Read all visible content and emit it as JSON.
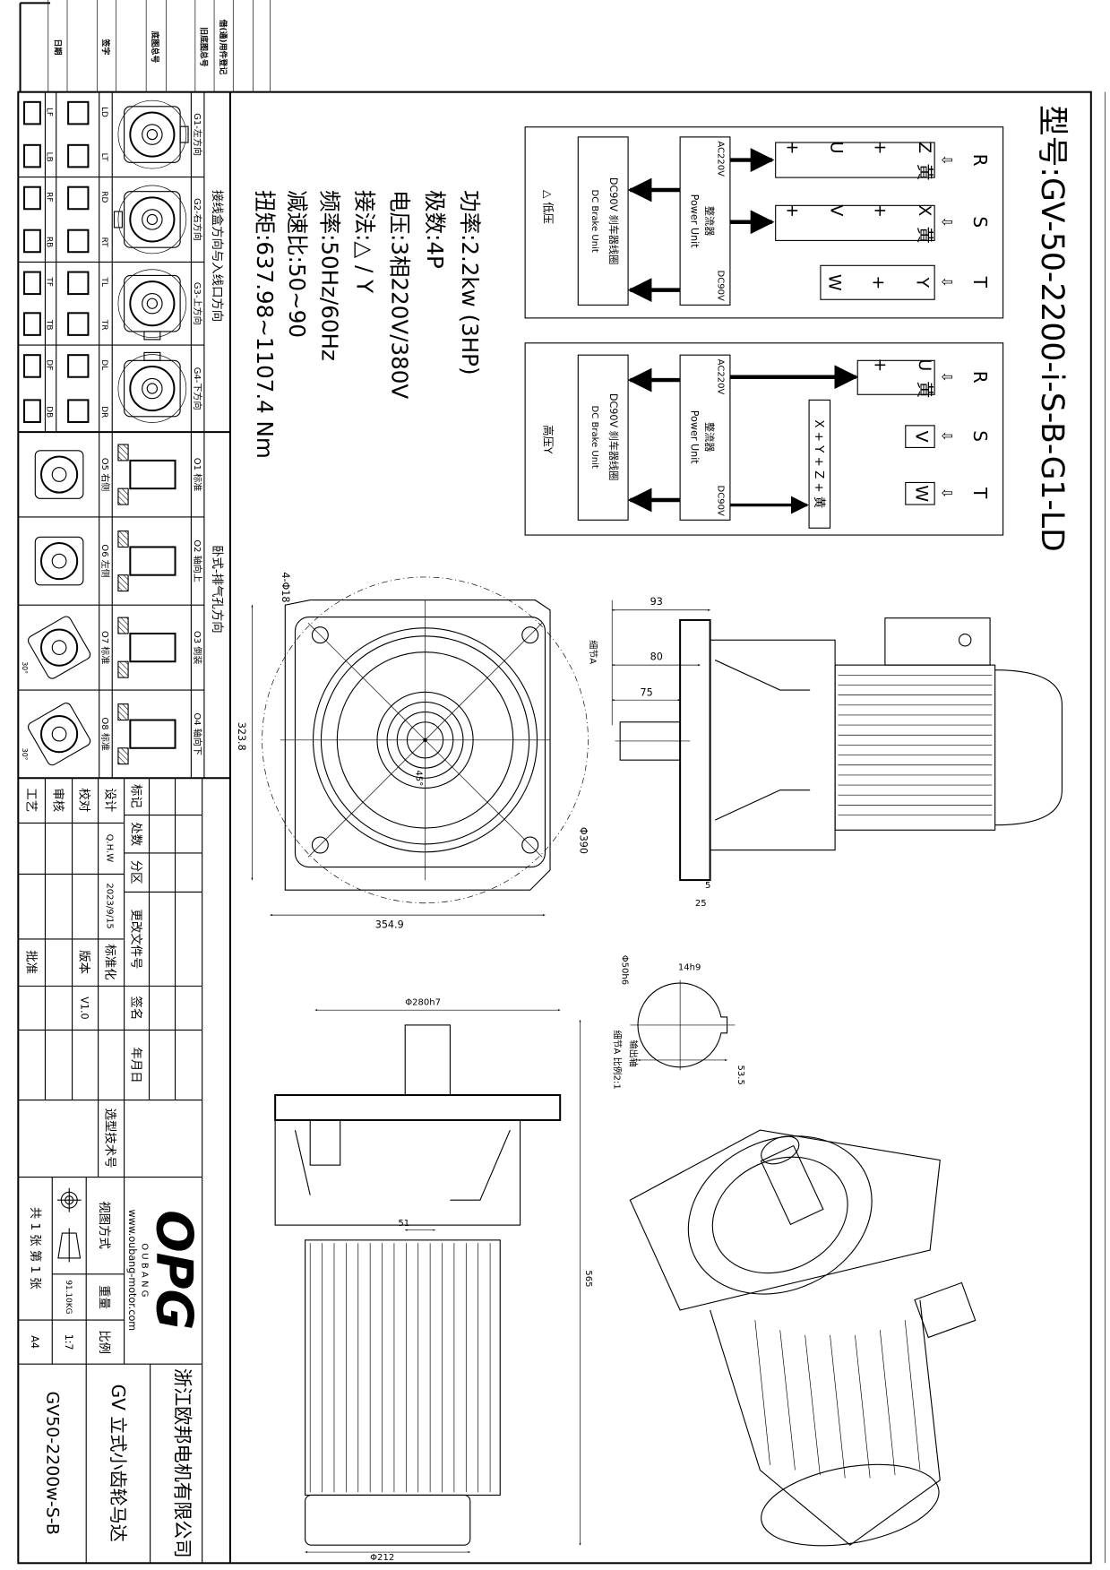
{
  "title": {
    "model": "型号:GV-50-2200-i-S-B-G1-LD"
  },
  "wiring": {
    "low": {
      "inputs": [
        "R",
        "S",
        "T"
      ],
      "arrow_glyph": "⇩",
      "terminals": [
        "Z + U + 黄",
        "X + V + 黄",
        "Y + W"
      ],
      "power_unit": {
        "ac": "AC220V",
        "name_cn": "整流器",
        "name_en": "Power Unit",
        "dc": "DC90V"
      },
      "brake": {
        "line1": "DC90V 刹车器线圈",
        "line2": "DC Brake Unit"
      },
      "mode": "△ 低压"
    },
    "high": {
      "inputs": [
        "R",
        "S",
        "T"
      ],
      "arrow_glyph": "⇩",
      "terminals": [
        "U + 黄",
        "V",
        "W"
      ],
      "star": "X + Y + Z + 黄",
      "power_unit": {
        "ac": "AC220V",
        "name_cn": "整流器",
        "name_en": "Power Unit",
        "dc": "DC90V"
      },
      "brake": {
        "line1": "DC90V 刹车器线圈",
        "line2": "DC Brake Unit"
      },
      "mode": "高压Y"
    }
  },
  "specs": [
    "功率:2.2kw (3HP)",
    "极数:4P",
    "电压:3相220V/380V",
    "接法:△ / Y",
    "频率:50Hz/60Hz",
    "减速比:50~90",
    "扭矩:637.98~1107.4 Nm"
  ],
  "dimensions": {
    "front": {
      "holes": "4-Φ18",
      "width": "354.9",
      "height": "323.8",
      "circle": "Φ390",
      "angle": "45°"
    },
    "side": {
      "d93": "93",
      "d80": "80",
      "d75": "75",
      "d5": "5",
      "d25": "25",
      "detail": "细节A"
    },
    "shaft": {
      "dia": "Φ50h6",
      "key": "14h9",
      "depth": "53.5",
      "name": "输出轴",
      "detail": "细节A 比例2:1"
    },
    "vertical": {
      "spigot": "Φ280h7",
      "length": "565",
      "offset": "51",
      "motor": "Φ212"
    }
  },
  "orientation": {
    "junction_label": "接线盒方向与入线口方向",
    "exhaust_label": "卧式-排气孔方向",
    "angle": "30°",
    "g_rows": [
      {
        "code": "G1-左方向",
        "pos": [
          "LD",
          "LT"
        ],
        "side": [
          "LF",
          "LB"
        ]
      },
      {
        "code": "G2-右方向",
        "pos": [
          "RD",
          "RT"
        ],
        "side": [
          "RF",
          "RB"
        ]
      },
      {
        "code": "G3-上方向",
        "pos": [
          "TL",
          "TR"
        ],
        "side": [
          "TF",
          "TB"
        ]
      },
      {
        "code": "G4-下方向",
        "pos": [
          "DL",
          "DR"
        ],
        "side": [
          "DF",
          "DB"
        ]
      }
    ],
    "o_rows": [
      {
        "install": "O1 标准",
        "face": "O5 右侧"
      },
      {
        "install": "O2 轴向上",
        "face": "O6 左侧"
      },
      {
        "install": "O3 倒装",
        "face": "O7 标准"
      },
      {
        "install": "O4 轴向下",
        "face": "O8 标准"
      }
    ]
  },
  "margin_labels": [
    "日期",
    "签字",
    "底图总号",
    "旧底图总号",
    "借(通)用件登记"
  ],
  "title_block": {
    "headers": {
      "mark": "标记",
      "count": "处数",
      "zone": "分区",
      "change_doc": "更改文件号",
      "sign": "签名",
      "date": "年月日"
    },
    "design": {
      "label": "设计",
      "name": "Q.H.W",
      "date": "2023/9/15"
    },
    "standardize": "标准化",
    "check": "校对",
    "version": {
      "label": "版本",
      "value": "V1.0"
    },
    "review": "审核",
    "process": "工艺",
    "approve": "批准",
    "selection_no": "选型技术号",
    "logo": {
      "mark": "OPG",
      "name": "O U B A N G",
      "url": "www.oubang-motor.com"
    },
    "view_method": "视图方式",
    "weight": {
      "label": "重量",
      "value": "91.10KG"
    },
    "scale": {
      "label": "比例",
      "value": "1:7"
    },
    "sheets": "共 1 张 第 1 张",
    "paper": "A4",
    "company": "浙江欧邦电机有限公司",
    "product": "GV 立式小齿轮马达",
    "drawing_no": "GV50-2200w-S-B"
  }
}
